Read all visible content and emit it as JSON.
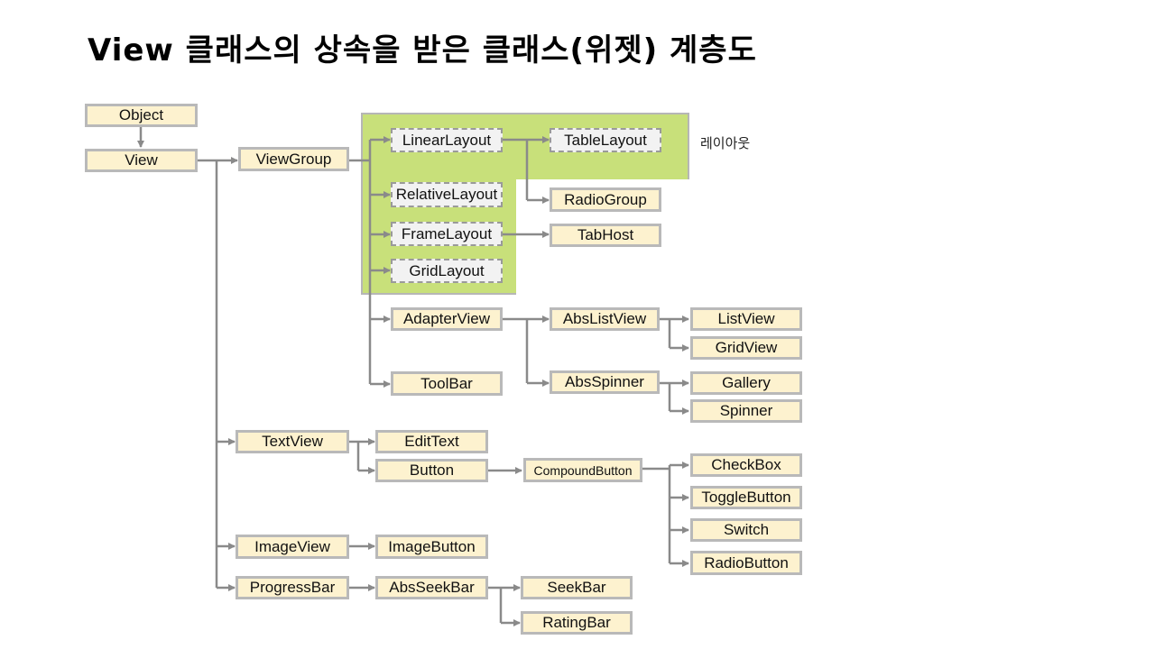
{
  "slide": {
    "title": "View 클래스의 상속을 받은 클래스(위젯) 계층도",
    "layout_label": "레이아웃"
  },
  "nodes": {
    "object": "Object",
    "view": "View",
    "viewgroup": "ViewGroup",
    "linearlayout": "LinearLayout",
    "tablelayout": "TableLayout",
    "relativelayout": "RelativeLayout",
    "radiogroup": "RadioGroup",
    "framelayout": "FrameLayout",
    "tabhost": "TabHost",
    "gridlayout": "GridLayout",
    "adapterview": "AdapterView",
    "abslistview": "AbsListView",
    "listview": "ListView",
    "gridview": "GridView",
    "toolbar": "ToolBar",
    "absspinner": "AbsSpinner",
    "gallery": "Gallery",
    "spinner": "Spinner",
    "textview": "TextView",
    "edittext": "EditText",
    "button": "Button",
    "compoundbutton": "CompoundButton",
    "checkbox": "CheckBox",
    "togglebutton": "ToggleButton",
    "switch": "Switch",
    "radiobutton": "RadioButton",
    "imageview": "ImageView",
    "imagebutton": "ImageButton",
    "progressbar": "ProgressBar",
    "absseekbar": "AbsSeekBar",
    "seekbar": "SeekBar",
    "ratingbar": "RatingBar"
  },
  "colors": {
    "node_fill": "#fdf2cf",
    "node_border": "#b9b9b9",
    "layout_area": "#c8e07a",
    "connector": "#8a8a8a"
  }
}
